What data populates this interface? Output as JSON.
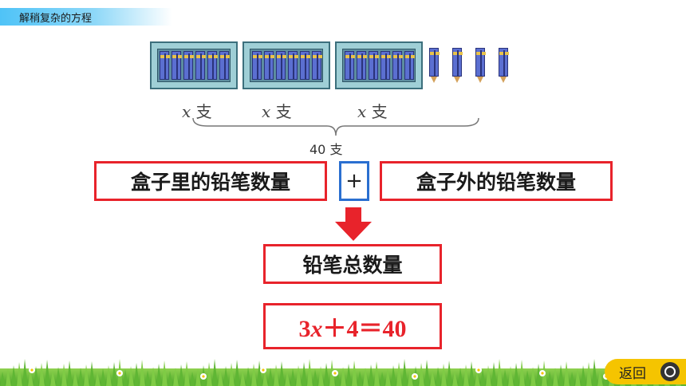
{
  "header": {
    "title": "解稍复杂的方程"
  },
  "figure": {
    "box_labels": [
      {
        "var": "x",
        "unit": "支"
      },
      {
        "var": "x",
        "unit": "支"
      },
      {
        "var": "x",
        "unit": "支"
      }
    ],
    "total_label": "40 支"
  },
  "relation": {
    "left": "盒子里的铅笔数量",
    "operator": "+",
    "right": "盒子外的铅笔数量",
    "result": "铅笔总数量"
  },
  "equation": {
    "coef": "3",
    "var": "x",
    "rest": "＋4＝40"
  },
  "nav": {
    "back_label": "返回"
  },
  "colors": {
    "accent_red": "#e8232b",
    "accent_blue": "#2a6fd0",
    "title_bar": "#4fc3f7",
    "back_button": "#f5c400"
  }
}
